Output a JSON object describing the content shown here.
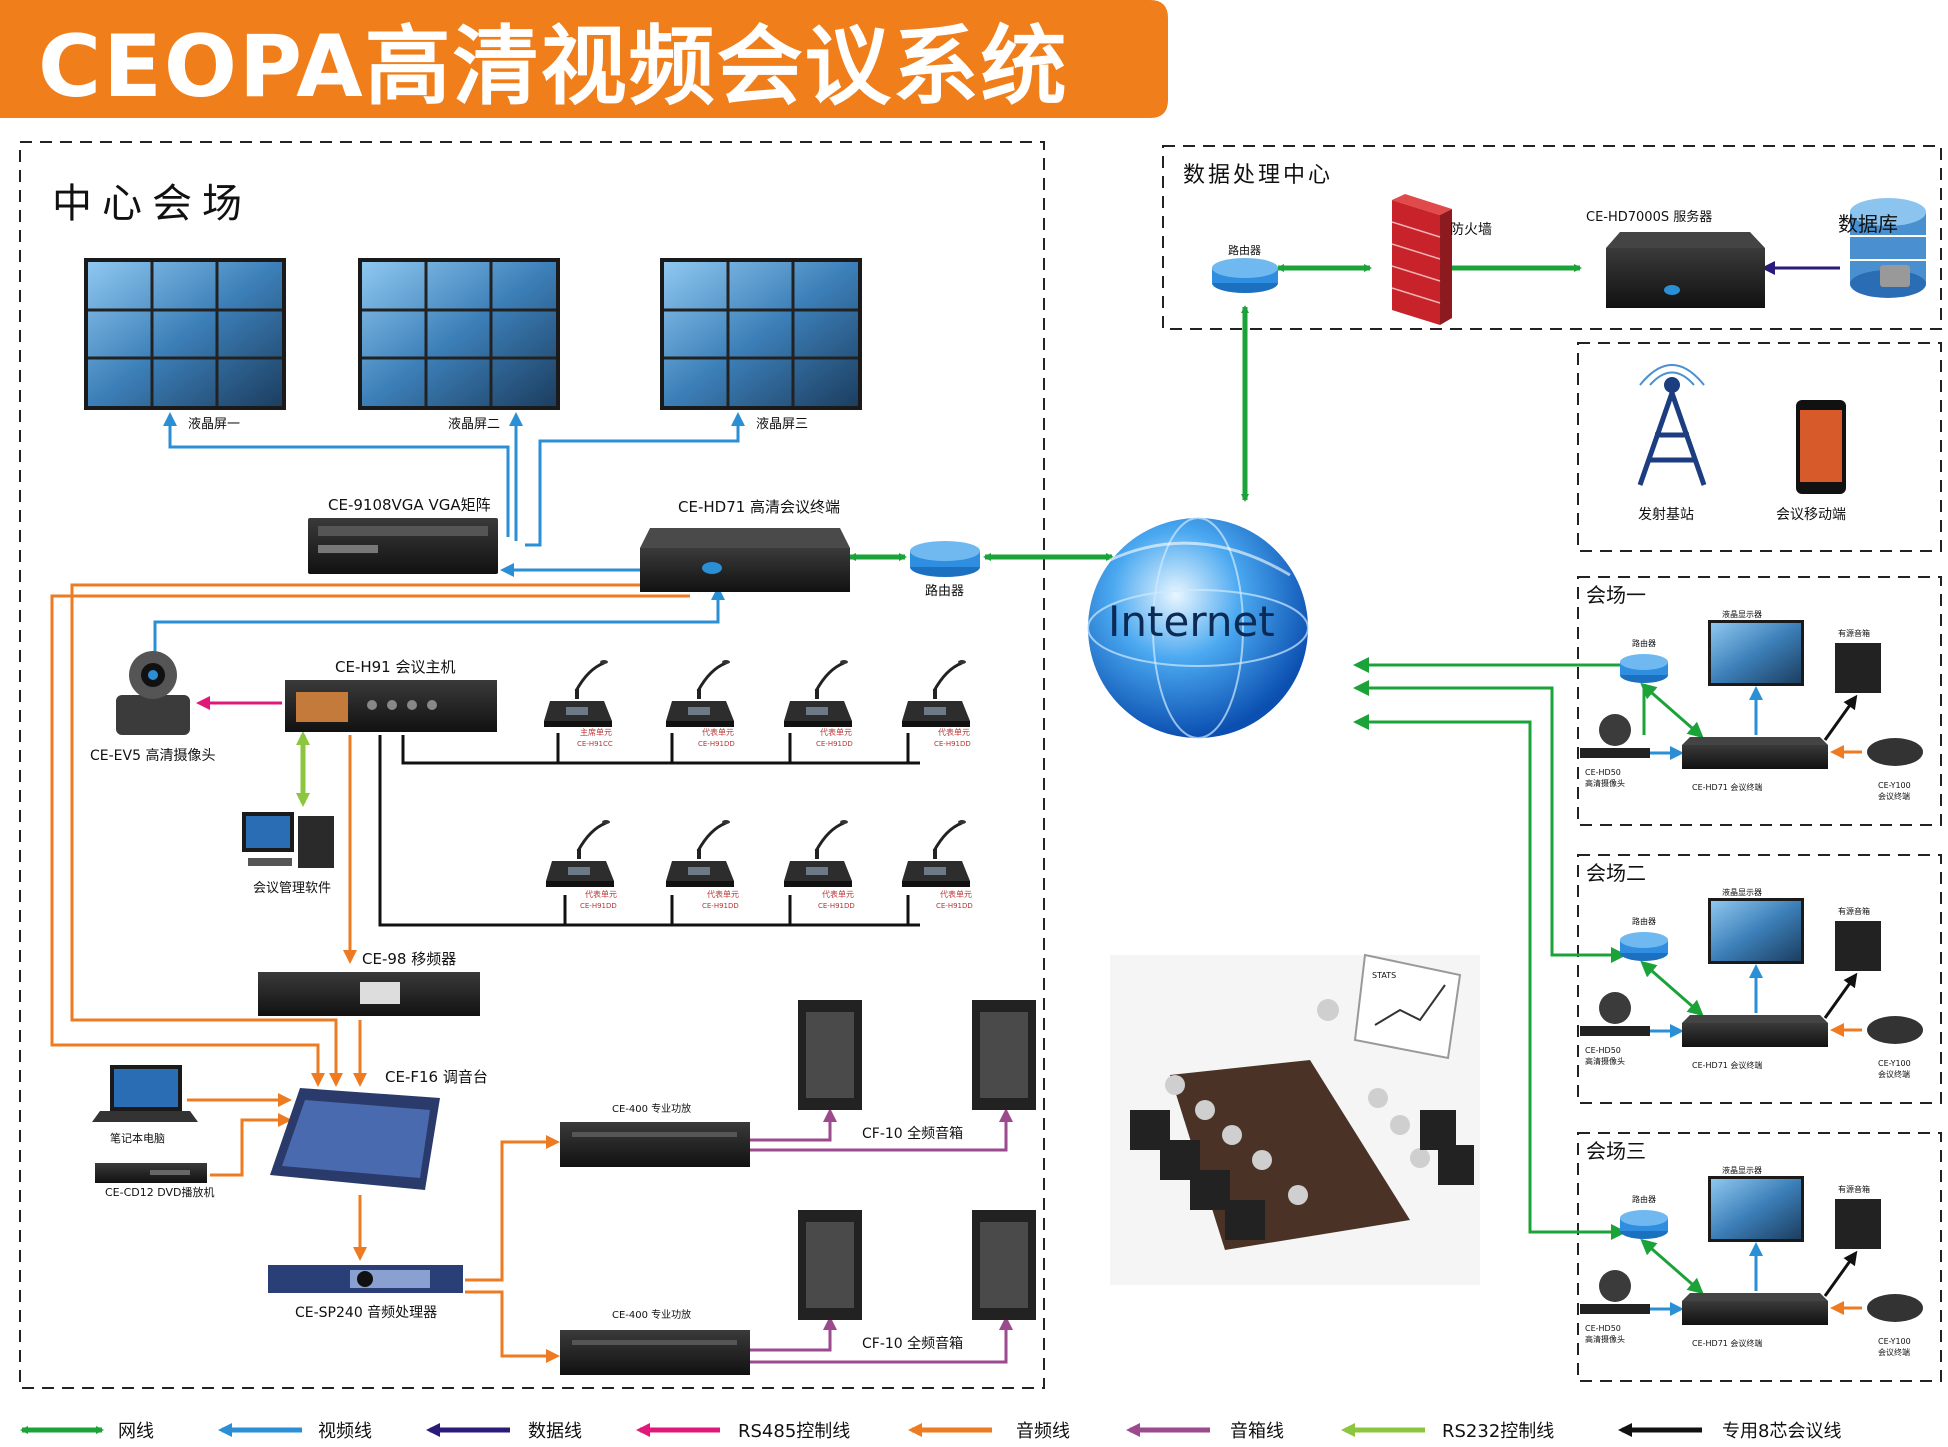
{
  "title": "CEOPA高清视频会议系统",
  "colors": {
    "banner": "#F07E1B",
    "network": "#1BA33A",
    "video": "#2B8FD6",
    "data": "#2A1A7A",
    "rs485": "#E0187A",
    "audio": "#EE7B22",
    "speaker": "#9B4A8E",
    "rs232": "#8CC63F",
    "conf8": "#111111"
  },
  "center": {
    "title": "中心会场",
    "lcd1": "液晶屏一",
    "lcd2": "液晶屏二",
    "lcd3": "液晶屏三",
    "vga_matrix": "CE-9108VGA  VGA矩阵",
    "terminal": "CE-HD71 高清会议终端",
    "router": "路由器",
    "camera": "CE-EV5 高清摄像头",
    "host": "CE-H91 会议主机",
    "software": "会议管理软件",
    "shifter": "CE-98 移频器",
    "mixer": "CE-F16 调音台",
    "laptop": "笔记本电脑",
    "dvd": "CE-CD12 DVD播放机",
    "processor": "CE-SP240 音频处理器",
    "amp1": "CE-400 专业功放",
    "amp2": "CE-400 专业功放",
    "speaker1": "CF-10 全频音箱",
    "speaker2": "CF-10 全频音箱",
    "mic_chair": "主席单元",
    "mic_chair_model": "CE-H91CC",
    "mic_rep": "代表单元",
    "mic_rep_model": "CE-H91DD"
  },
  "datacenter": {
    "title": "数据处理中心",
    "router": "路由器",
    "firewall": "防火墙",
    "server": "CE-HD7000S 服务器",
    "database": "数据库"
  },
  "mobile": {
    "tower": "发射基站",
    "phone": "会议移动端"
  },
  "internet": "Internet",
  "venues": [
    {
      "title": "会场一",
      "router": "路由器",
      "display": "液晶显示器",
      "speaker": "有源音箱",
      "camera": "CE-HD50",
      "camera_sub": "高清摄像头",
      "terminal": "CE-HD71 会议终端",
      "conf": "CE-Y100",
      "conf_sub": "会议终端"
    },
    {
      "title": "会场二",
      "router": "路由器",
      "display": "液晶显示器",
      "speaker": "有源音箱",
      "camera": "CE-HD50",
      "camera_sub": "高清摄像头",
      "terminal": "CE-HD71 会议终端",
      "conf": "CE-Y100",
      "conf_sub": "会议终端"
    },
    {
      "title": "会场三",
      "router": "路由器",
      "display": "液晶显示器",
      "speaker": "有源音箱",
      "camera": "CE-HD50",
      "camera_sub": "高清摄像头",
      "terminal": "CE-HD71 会议终端",
      "conf": "CE-Y100",
      "conf_sub": "会议终端"
    }
  ],
  "meeting_chart_label": "STATS",
  "legend": [
    {
      "label": "网线",
      "color": "#1BA33A"
    },
    {
      "label": "视频线",
      "color": "#2B8FD6"
    },
    {
      "label": "数据线",
      "color": "#2A1A7A"
    },
    {
      "label": "RS485控制线",
      "color": "#E0187A"
    },
    {
      "label": "音频线",
      "color": "#EE7B22"
    },
    {
      "label": "音箱线",
      "color": "#9B4A8E"
    },
    {
      "label": "RS232控制线",
      "color": "#8CC63F"
    },
    {
      "label": "专用8芯会议线",
      "color": "#111111"
    }
  ]
}
